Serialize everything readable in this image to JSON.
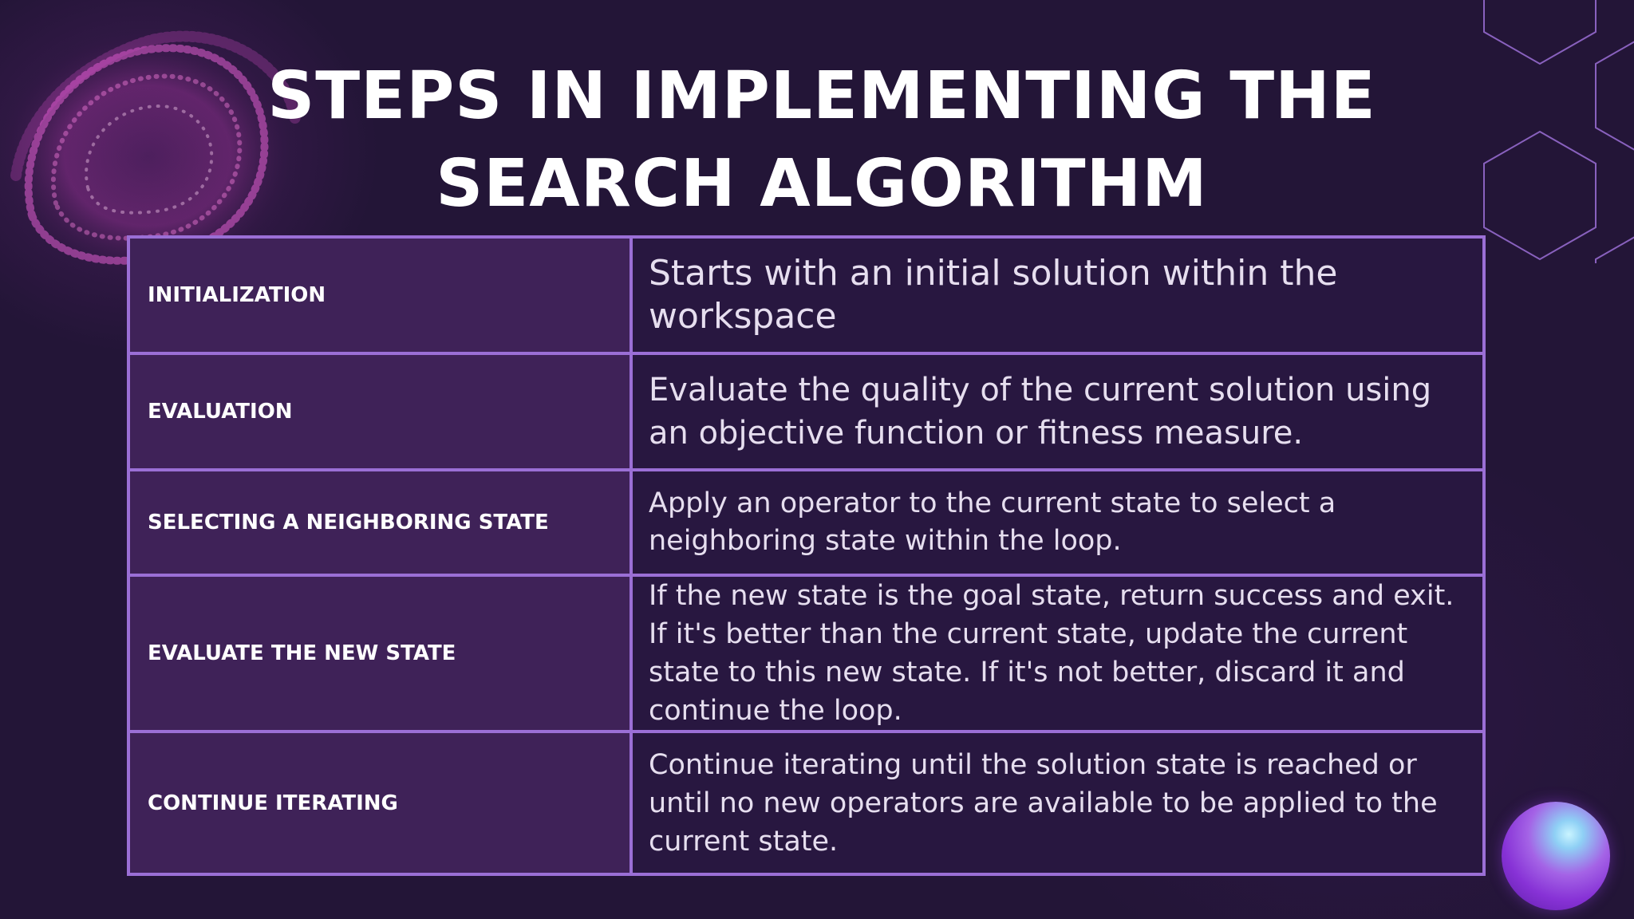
{
  "title": "STEPS IN IMPLEMENTING THE SEARCH ALGORITHM",
  "rows": [
    {
      "step": "INITIALIZATION",
      "description": "Starts with an initial solution within the workspace"
    },
    {
      "step": "EVALUATION",
      "description": "Evaluate the quality of the current solution using an objective function or fitness measure."
    },
    {
      "step": "SELECTING A NEIGHBORING STATE",
      "description": "Apply an operator to the current state to select a neighboring state within the loop."
    },
    {
      "step": "EVALUATE THE NEW STATE",
      "description": "If the new state is the goal state, return success and exit. If it's better than the current state, update the current state to this new state. If it's not better, discard it and continue the loop."
    },
    {
      "step": "CONTINUE ITERATING",
      "description": "Continue iterating until the solution state is reached or until no new operators are available to be applied to the current state."
    }
  ],
  "colors": {
    "background": "#231537",
    "step_cell": "#3f2258",
    "description_cell": "#281740",
    "border": "#9b6fd6",
    "accent_pink": "#d84fc4",
    "hexagon_stroke": "#9b6fd6"
  },
  "decorations": [
    "particle-cloud-graphic",
    "hexagon-pattern",
    "gradient-orb"
  ]
}
